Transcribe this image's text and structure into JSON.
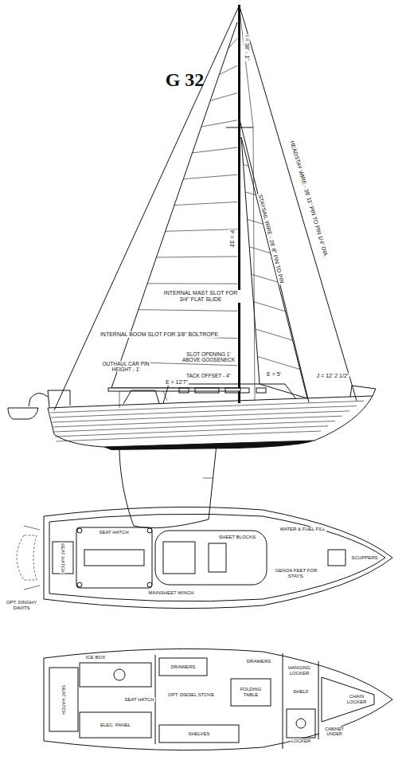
{
  "diagram": {
    "labels": [
      "G 32",
      "I = 38' - 1\"",
      "HEADSTAY WIRE - 38' 11\" PIN TO PIN 1/4\" DIA.",
      "STAYSAIL WIRE - 28' 8\" PIN TO PIN",
      "INTERNAL MAST SLOT FOR 3/4\" FLAT SLIDE",
      "INTERNAL BOOM SLOT FOR 3/8\" BOLTROPE",
      "OUTHAUL CAR PIN HEIGHT - 1'",
      "SLOT OPENING 1' ABOVE GOOSENECK",
      "TACK OFFSET - 4\"",
      "E = 12'7\"",
      "E = 5'",
      "J = 12' 2 1/2\"",
      "P = 33'",
      "SEAT HATCH",
      "SEAT HATCH",
      "OPT. DINGHY DAVITS",
      "MAINSHEET WINCH",
      "SHEET BLOCKS",
      "WATER & FUEL FILL",
      "GENOA FEET FOR STAYS.",
      "SCUPPERS",
      "ICE BOX",
      "SEAT HATCH",
      "SEAT HATCH",
      "DRAWERS",
      "HANGING LOCKER",
      "CHAIN LOCKER",
      "CABINET UNDER",
      "FOLDING TABLE",
      "OPT. DIESEL STOVE",
      "SHELVES",
      "ELEC. PANEL",
      "LOCKER",
      "SHELF",
      "DRAWERS"
    ]
  }
}
